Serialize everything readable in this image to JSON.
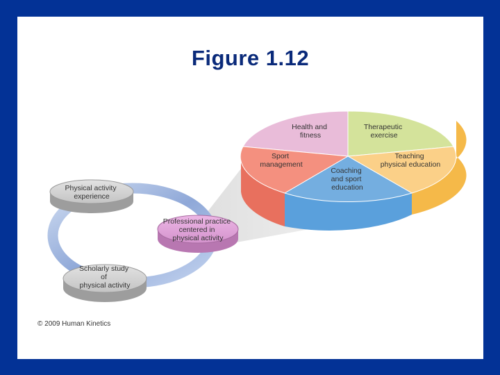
{
  "slide": {
    "title": "Figure 1.12",
    "copyright": "© 2009 Human Kinetics"
  },
  "colors": {
    "frame": "#033296",
    "title": "#0a2a7a",
    "health": "#e9bcd9",
    "therapeutic": "#d4e39b",
    "teaching": "#fbd088",
    "coaching": "#74aee0",
    "sport_management": "#f4907f",
    "professional_practice": "#dd9fd6",
    "disk_gray": "#c9c9c9",
    "ring_blue": "#a9bde0"
  },
  "cycle": {
    "physical_activity_experience": [
      "Physical activity",
      "experience"
    ],
    "scholarly_study": [
      "Scholarly study",
      "of",
      "physical activity"
    ],
    "professional_practice": [
      "Professional practice",
      "centered in",
      "physical activity"
    ]
  },
  "pie": {
    "health_fitness": [
      "Health and",
      "fitness"
    ],
    "therapeutic_exercise": [
      "Therapeutic",
      "exercise"
    ],
    "teaching_pe": [
      "Teaching",
      "physical education"
    ],
    "coaching_education": [
      "Coaching",
      "and sport",
      "education"
    ],
    "sport_management": [
      "Sport",
      "management"
    ]
  }
}
